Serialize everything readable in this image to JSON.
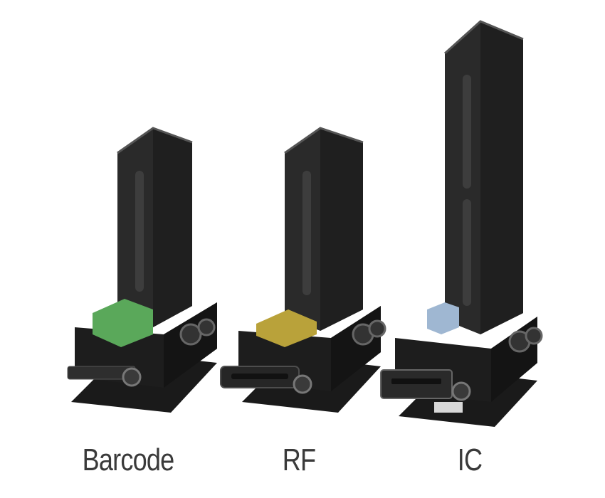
{
  "products": [
    {
      "name": "Barcode",
      "module_color": "#5aa85a"
    },
    {
      "name": "RF",
      "module_color": "#b9a23a"
    },
    {
      "name": "IC",
      "module_color": "#9fb7d2"
    }
  ],
  "colors": {
    "body": "#1c1c1c",
    "panel": "#262626",
    "highlight": "#4a4a4a",
    "label": "#3a3a3a"
  }
}
